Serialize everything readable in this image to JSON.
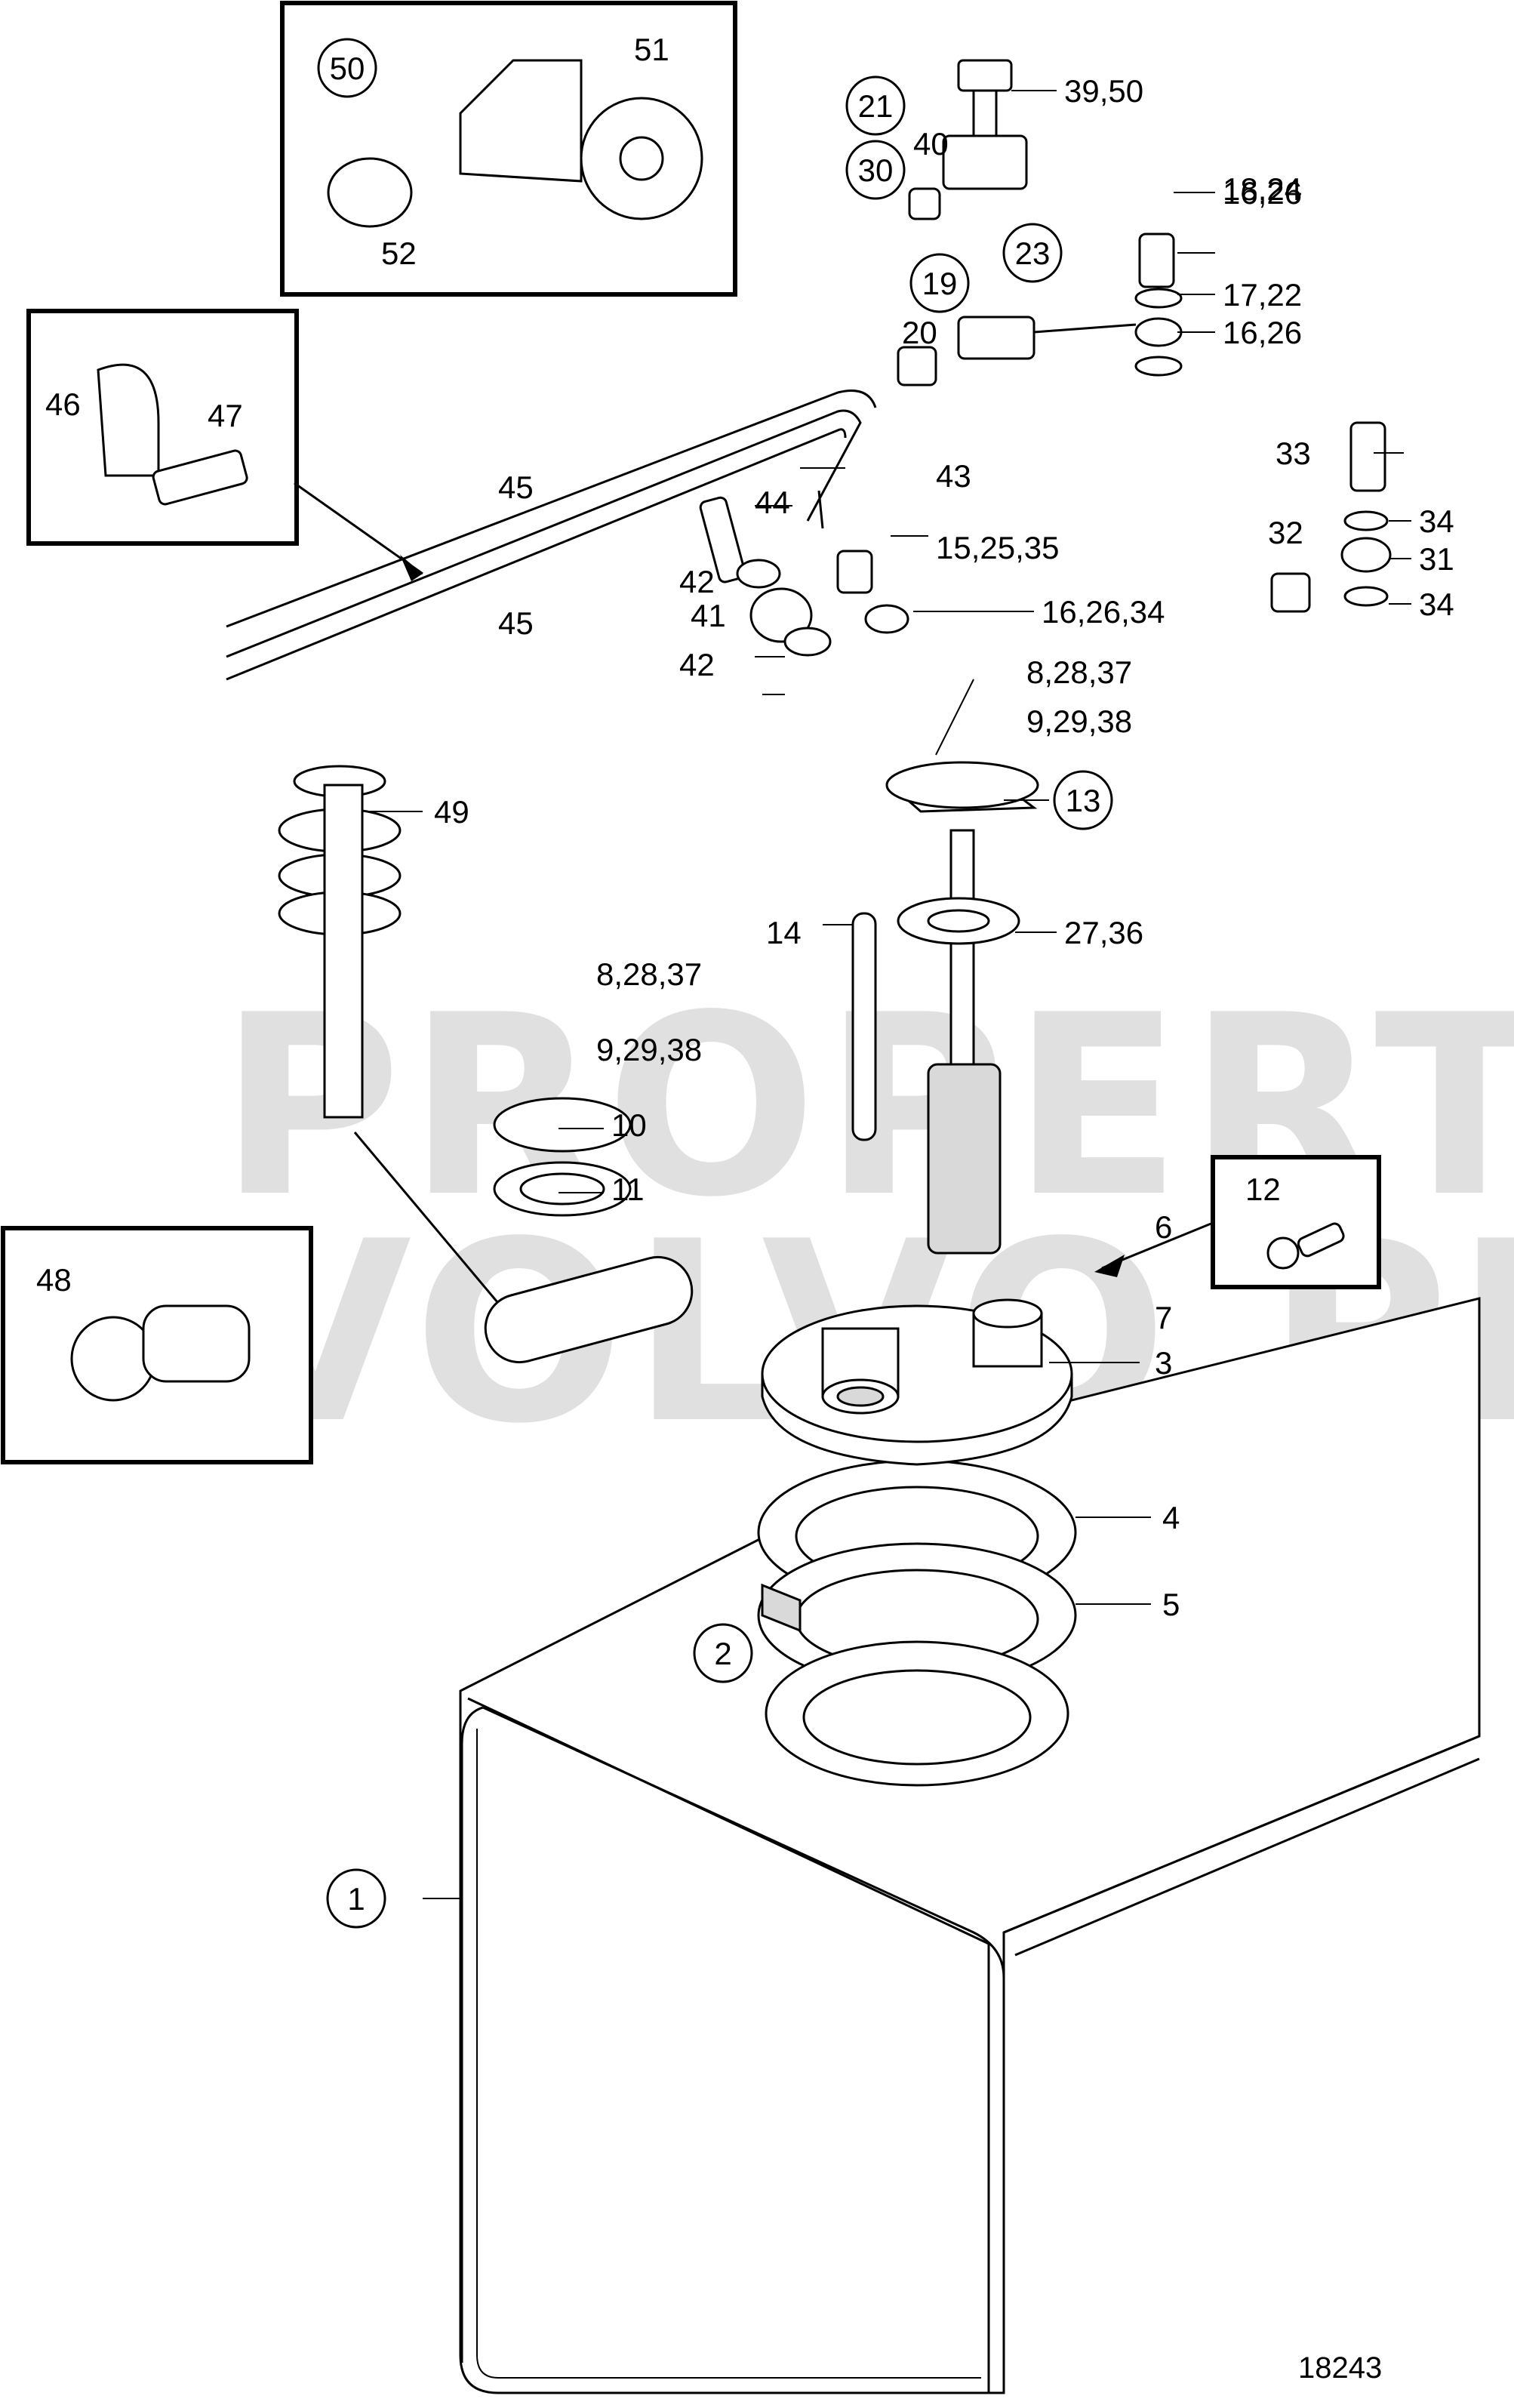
{
  "figure_number": "18243",
  "watermark": {
    "line1": "PROPERTY OF",
    "line2": "VOLVO PENTA"
  },
  "callouts": {
    "c1": "1",
    "c2": "2",
    "c3": "3",
    "c4": "4",
    "c5": "5",
    "c6": "6",
    "c7": "7",
    "c8a": "8,28,37",
    "c8b": "8,28,37",
    "c9a": "9,29,38",
    "c9b": "9,29,38",
    "c10": "10",
    "c11": "11",
    "c12": "12",
    "c13": "13",
    "c14": "14",
    "c15": "15,25,35",
    "c16a": "16,26",
    "c16b": "16,26",
    "c16c": "16,26,34",
    "c17": "17,22",
    "c18": "18,24",
    "c19": "19",
    "c20": "20",
    "c21": "21",
    "c23": "23",
    "c27": "27,36",
    "c30": "30",
    "c31": "31",
    "c32": "32",
    "c33": "33",
    "c34a": "34",
    "c34b": "34",
    "c39": "39,50",
    "c40": "40",
    "c41": "41",
    "c42a": "42",
    "c42b": "42",
    "c43": "43",
    "c44": "44",
    "c45a": "45",
    "c45b": "45",
    "c46": "46",
    "c47": "47",
    "c48": "48",
    "c49": "49",
    "c50": "50",
    "c51": "51",
    "c52": "52"
  }
}
